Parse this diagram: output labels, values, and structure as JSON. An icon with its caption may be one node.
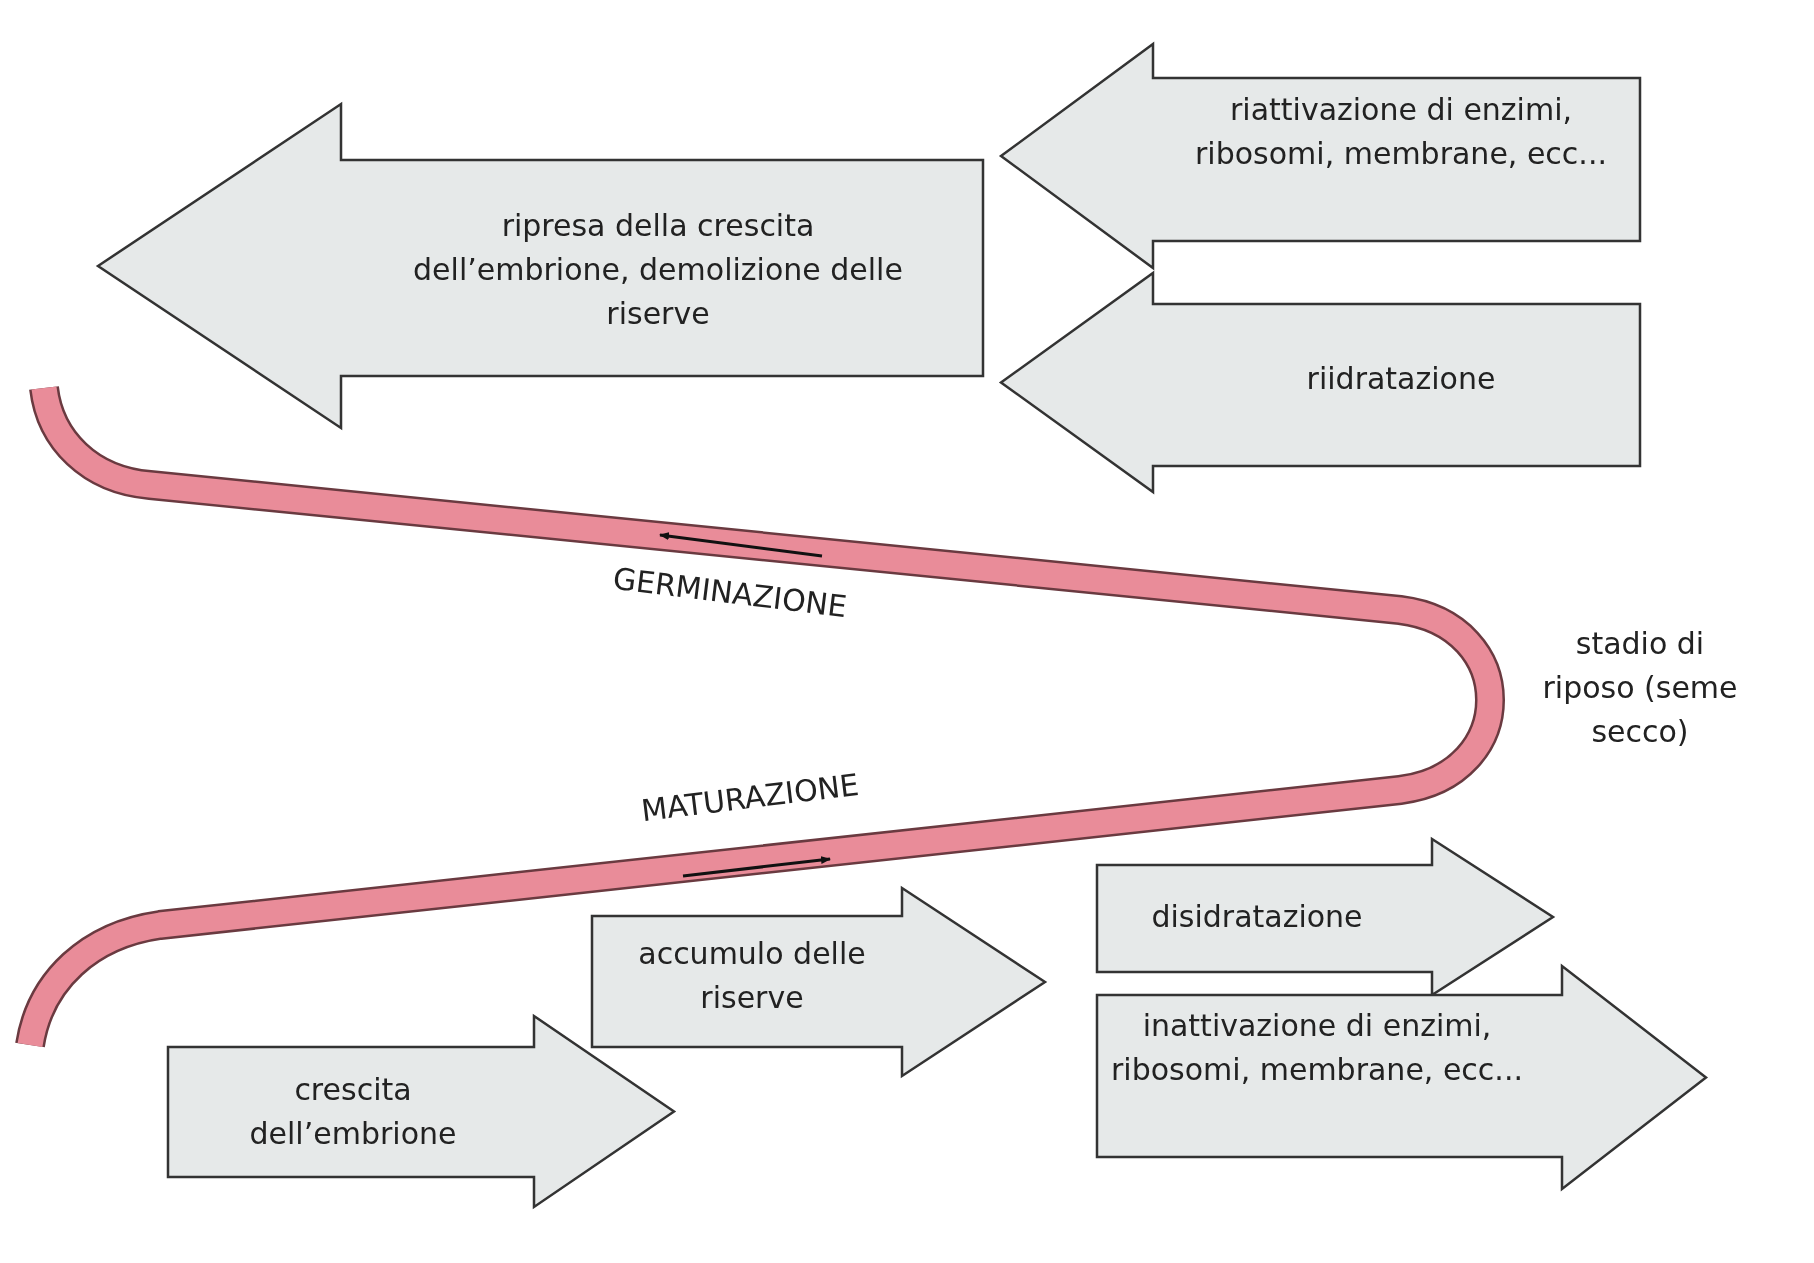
{
  "diagram": {
    "nodes": [
      {
        "text": [
          "ripresa della crescita dell’embrione, demolizione delle riserve"
        ]
      },
      {
        "text": [
          "riattivazione di enzimi, ribosomi, membrane, ecc..."
        ]
      },
      {
        "text": [
          "riidratazione"
        ]
      },
      {
        "text": [
          "crescita dell’embrione"
        ]
      },
      {
        "text": [
          "accumulo delle riserve"
        ]
      },
      {
        "text": [
          "disidratazione"
        ]
      },
      {
        "text": [
          "inattivazione di enzimi, ribosomi, membrane, ecc..."
        ]
      }
    ],
    "labels": [
      "GERMINAZIONE",
      "stadio di riposo (seme secco)",
      "MATURAZIONE"
    ]
  }
}
